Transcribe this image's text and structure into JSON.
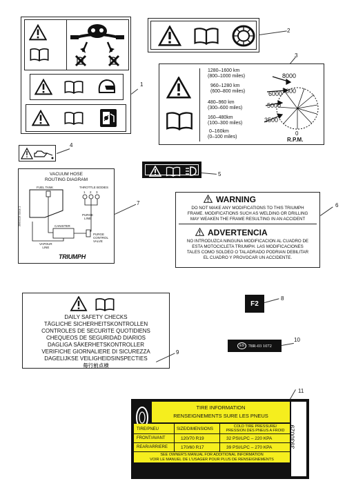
{
  "callouts": [
    "1",
    "2",
    "3",
    "4",
    "5",
    "6",
    "7",
    "8",
    "9",
    "10",
    "11"
  ],
  "label3": {
    "ranges": [
      {
        "km": "1280–1600 km",
        "miles": "(800–1000 miles)",
        "rpm": "8000"
      },
      {
        "km": "960–1280 km",
        "miles": "(600–800 miles)",
        "rpm": "7000"
      },
      {
        "km": "480–960 km",
        "miles": "(300–600 miles)",
        "rpm": "6000"
      },
      {
        "km": "",
        "miles": "",
        "rpm": "5000"
      },
      {
        "km": "160–480km",
        "miles": "(100–300 miles)",
        "rpm": "3500"
      },
      {
        "km": "0–160km",
        "miles": "(0–100 miles)",
        "rpm": "0"
      }
    ],
    "rpm_label": "R.P.M."
  },
  "label7": {
    "title1": "VACUUM HOSE",
    "title2": "ROUTING DIAGRAM",
    "fuel_tank": "FUEL TANK",
    "throttle": "THROTTLE BODIES",
    "tb_numbers": [
      "1",
      "2",
      "3"
    ],
    "purge_line": "PURGE\nLINE",
    "canister": "CANISTER",
    "vapour_line": "VAPOUR\nLINE",
    "purge_valve": "PURGE\nCONTROL\nVALVE",
    "part_no": "3900219 Issue 1",
    "brand": "TRIUMPH"
  },
  "label6": {
    "warning_title": "WARNING",
    "warning_text": [
      "DO NOT MAKE ANY MODIFICATIONS TO THIS TRIUMPH",
      "FRAME.  MODIFICATIONS SUCH AS WELDING OR DRILLING",
      "MAY WEAKEN THE FRAME RESULTING IN AN ACCIDENT"
    ],
    "advert_title": "ADVERTENCIA",
    "advert_text": [
      "NO INTRODUZCA NINGUNA MODIFICACION AL CUADRO DE",
      "ESTA MOTOCICLETA TRIUMPH.  LAS MODIFICACIONES",
      "TALES COMO SOLDEO O TALADRADO PODRIAN DEBILITAR",
      "EL CUADRO Y PROVOCAR UN ACCIDENTE."
    ]
  },
  "label8": {
    "text": "F2"
  },
  "label9": {
    "lines": [
      "DAILY SAFETY CHECKS",
      "TÄGLICHE SICHERHEITSKONTROLLEN",
      "CONTROLES DE SECURITE QUOTIDIENS",
      "CHEQUEOS DE SEGURIDAD DIARIOS",
      "DAGLIGA SÄKERHETSKONTROLLER",
      "VERIFICHE GIORNALIERE DI SICUREZZA",
      "DAGELIJKSE VEILIGHEIDSINSPECTIES",
      "毎行前点検"
    ]
  },
  "label10": {
    "mark": "E9",
    "code": "78R-03 1072"
  },
  "label11": {
    "title1": "TIRE INFORMATION",
    "title2": "RENSEIGNEMENTS SURE LES PNEUS",
    "headers": [
      "TIRE/PNEU",
      "SIZE/DIMENSIONS",
      "COLD TIRE PRESSURE/\nPRESSION DES PNEUS A FROID"
    ],
    "rows": [
      [
        "FRONT/AVANT",
        "120/70 R19",
        "32 PSI/LPC – 220 KPA"
      ],
      [
        "REAR/ARRIERE",
        "170/60 R17",
        "39 PSI/LPC – 270 KPA"
      ]
    ],
    "footer1": "SEE OWNER'S MANUAL FOR ADDITIONAL INFORMATION",
    "footer2": "VOIR LE MANUEL DE L'USAGER POUR PLUS DE RENSEIGNEMENTS",
    "part_no": "3930029"
  },
  "colors": {
    "yellow": "#f5ee1e",
    "ink": "#111111"
  }
}
